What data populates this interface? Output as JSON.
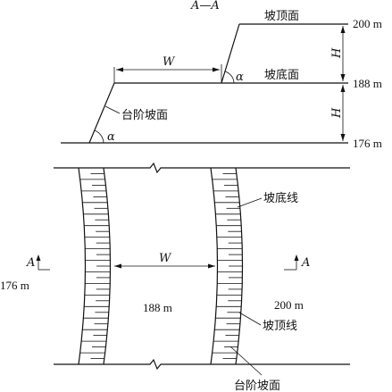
{
  "section": {
    "title": "A—A",
    "slope_top_label": "坡顶面",
    "slope_bottom_label": "坡底面",
    "bench_slope_label": "台阶坡面",
    "width_symbol": "W",
    "height_symbol_upper": "H",
    "height_symbol_lower": "H",
    "angle_symbol_upper": "α",
    "angle_symbol_lower": "α",
    "elev_top": "200 m",
    "elev_mid": "188 m",
    "elev_bottom": "176 m"
  },
  "plan": {
    "toe_line_label": "坡底线",
    "crest_line_label": "坡顶线",
    "bench_slope_label": "台阶坡面",
    "width_symbol": "W",
    "section_mark_left": "A",
    "section_mark_right": "A",
    "elev_outer": "176 m",
    "elev_bench": "188 m",
    "elev_crest": "200 m"
  }
}
